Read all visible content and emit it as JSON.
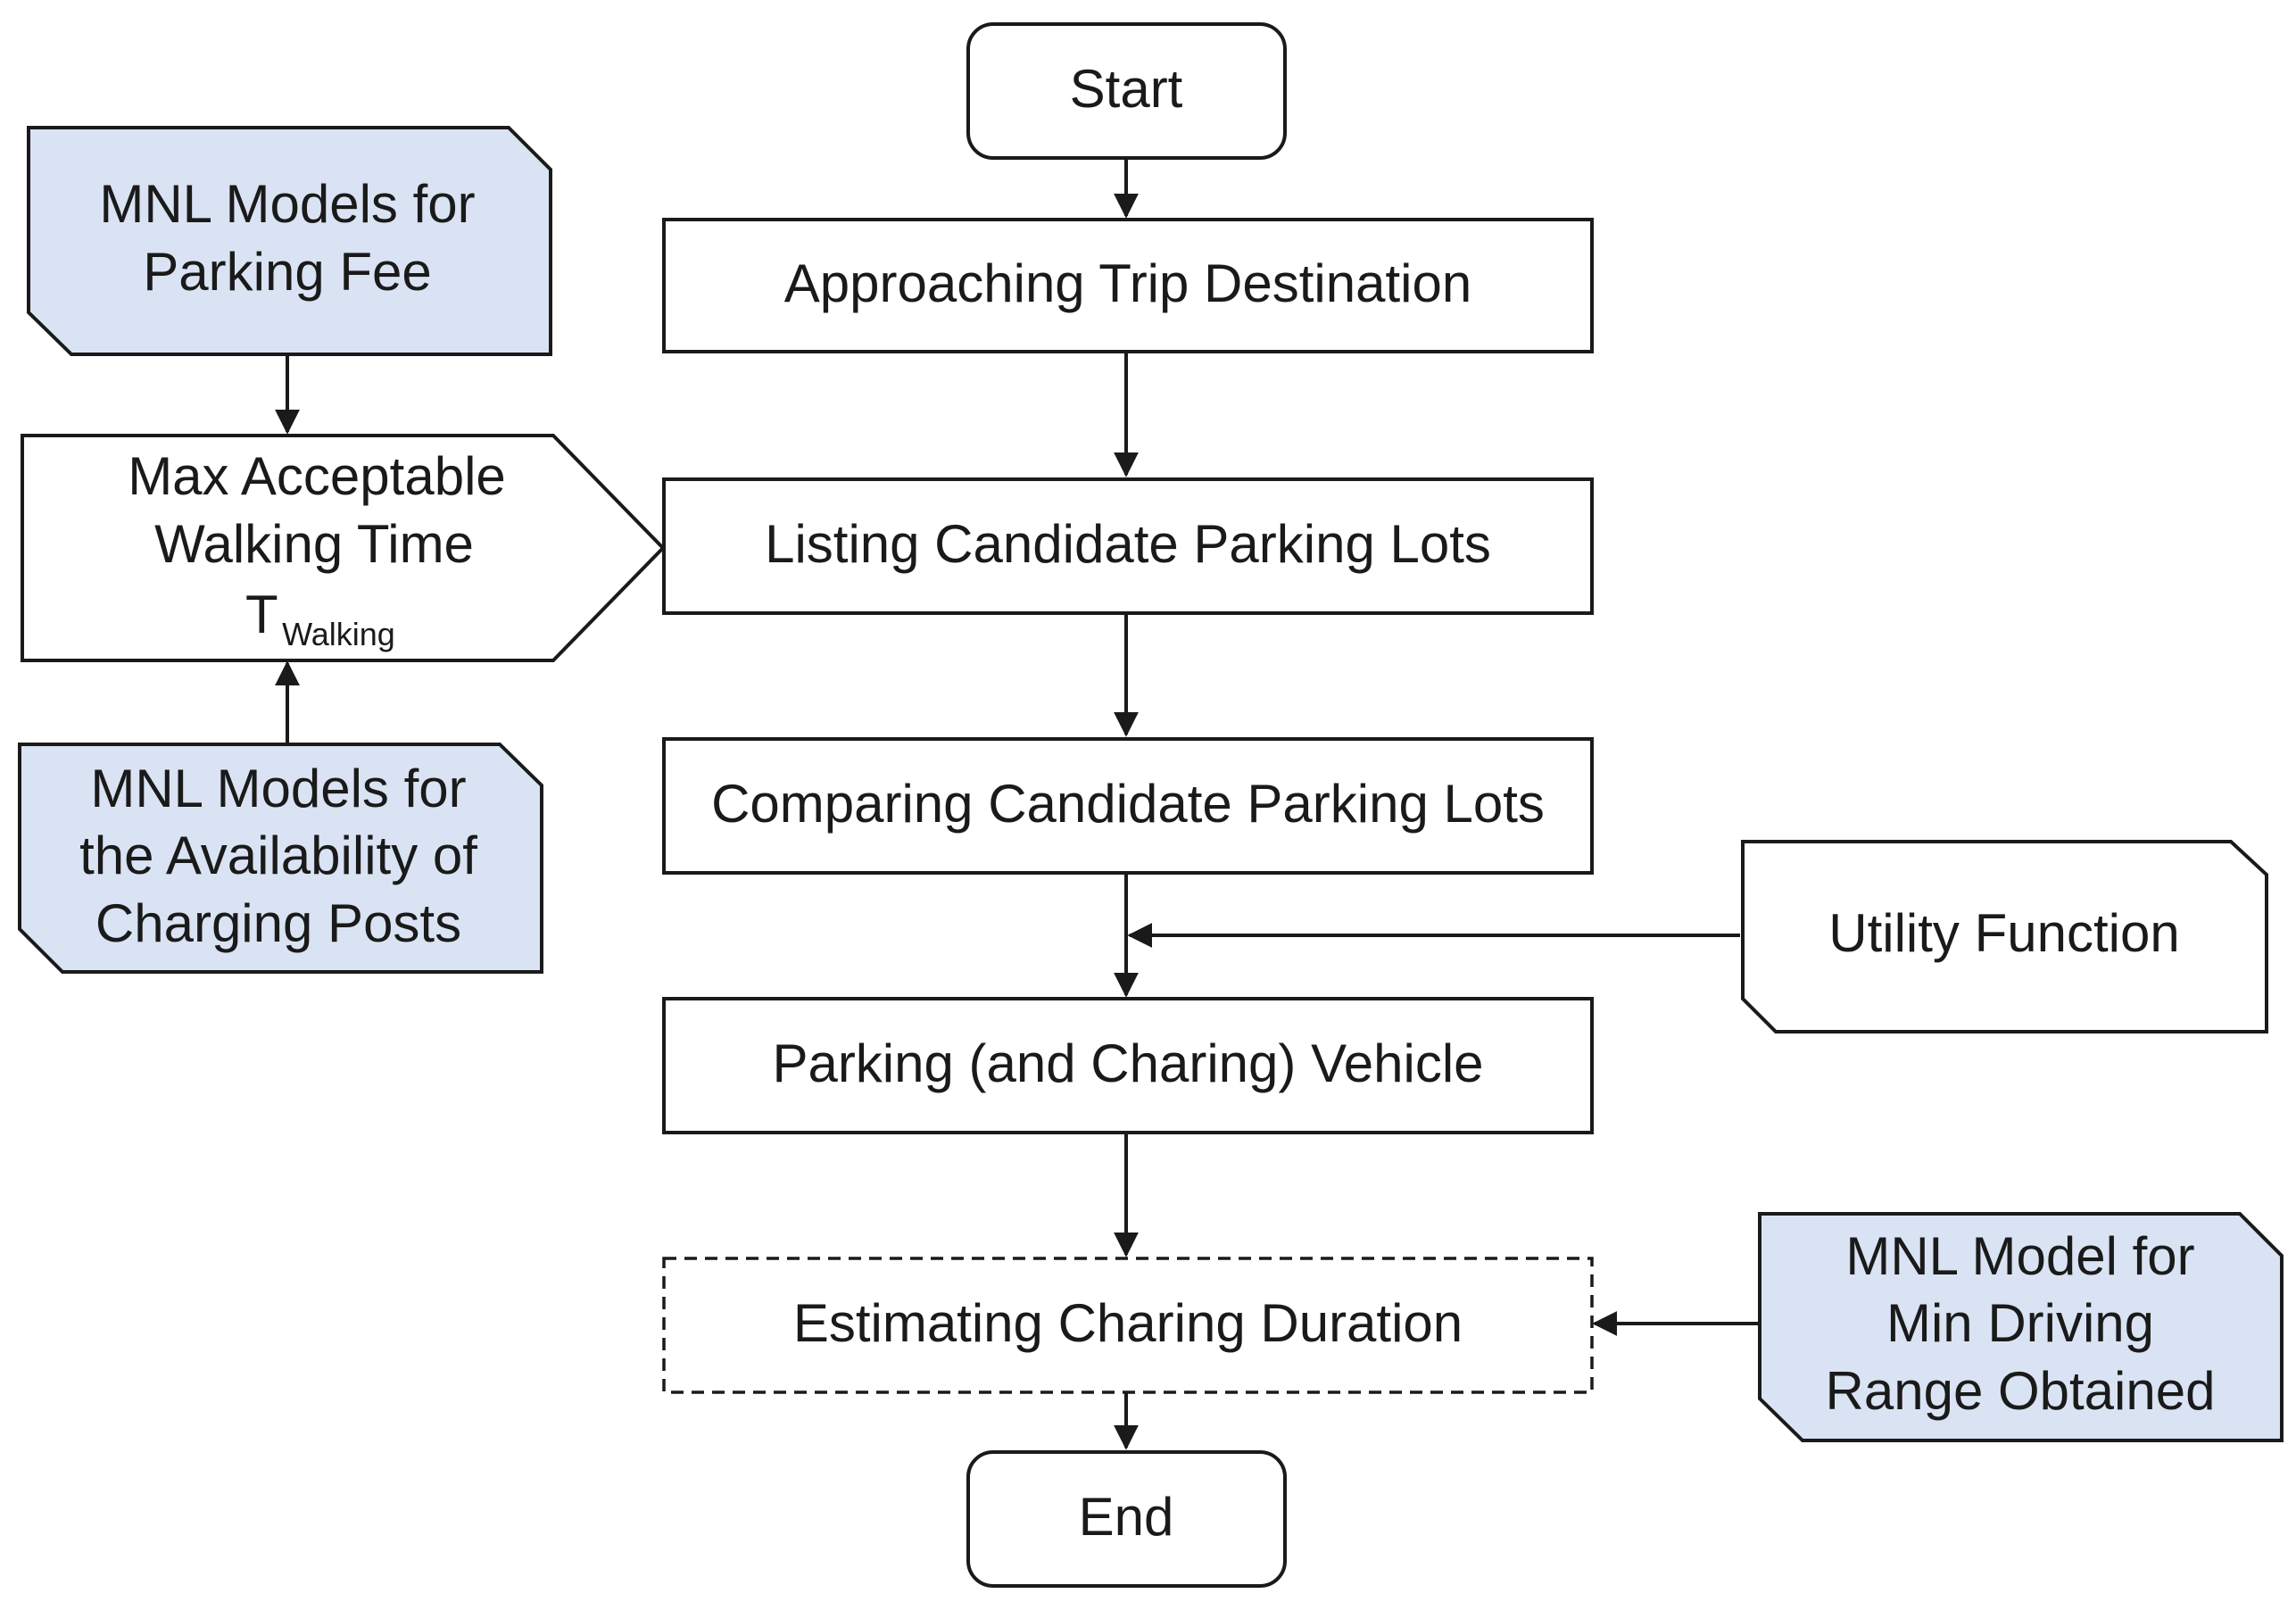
{
  "colors": {
    "stroke": "#1a1a1a",
    "input_fill": "#dae3f3",
    "box_fill": "#ffffff"
  },
  "flow": {
    "start": "Start",
    "step1": "Approaching Trip Destination",
    "step2": "Listing Candidate Parking Lots",
    "step3": "Comparing Candidate Parking Lots",
    "step4": "Parking (and Charing) Vehicle",
    "step5": "Estimating Charing Duration",
    "end": "End"
  },
  "inputs": {
    "parking_fee": [
      "MNL Models for",
      "Parking Fee"
    ],
    "walking_time": [
      "Max Acceptable",
      "Walking Time"
    ],
    "walking_time_symbol": "T",
    "walking_time_subscript": "Walking",
    "availability": [
      "MNL Models for",
      "the Availability of",
      "Charging Posts"
    ],
    "utility": "Utility Function",
    "driving_range": [
      "MNL Model for",
      "Min Driving",
      "Range Obtained"
    ]
  }
}
